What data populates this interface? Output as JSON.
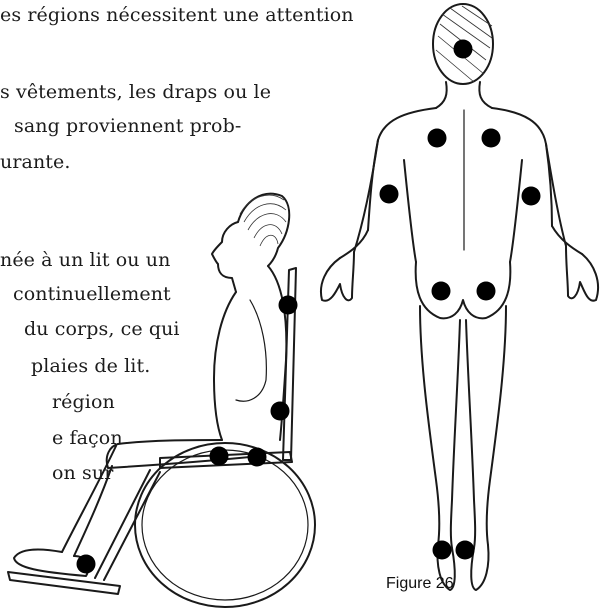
{
  "text_lines": [
    "es régions nécessitent une attention",
    "s vêtements, les draps ou le",
    "sang proviennent prob-",
    "urante.",
    "née à un lit ou un",
    "continuellement",
    "du corps, ce qui",
    "plaies de lit.",
    "région",
    "e façon",
    "on sur"
  ],
  "figure": {
    "caption": "Figure 26",
    "pressure_points_standing": [
      "head",
      "left-shoulder-blade",
      "right-shoulder-blade",
      "left-elbow",
      "right-elbow",
      "left-buttock",
      "right-buttock",
      "left-heel",
      "right-heel"
    ],
    "pressure_points_seated": [
      "upper-back",
      "lower-back",
      "buttock-front",
      "buttock-back",
      "heel"
    ]
  }
}
